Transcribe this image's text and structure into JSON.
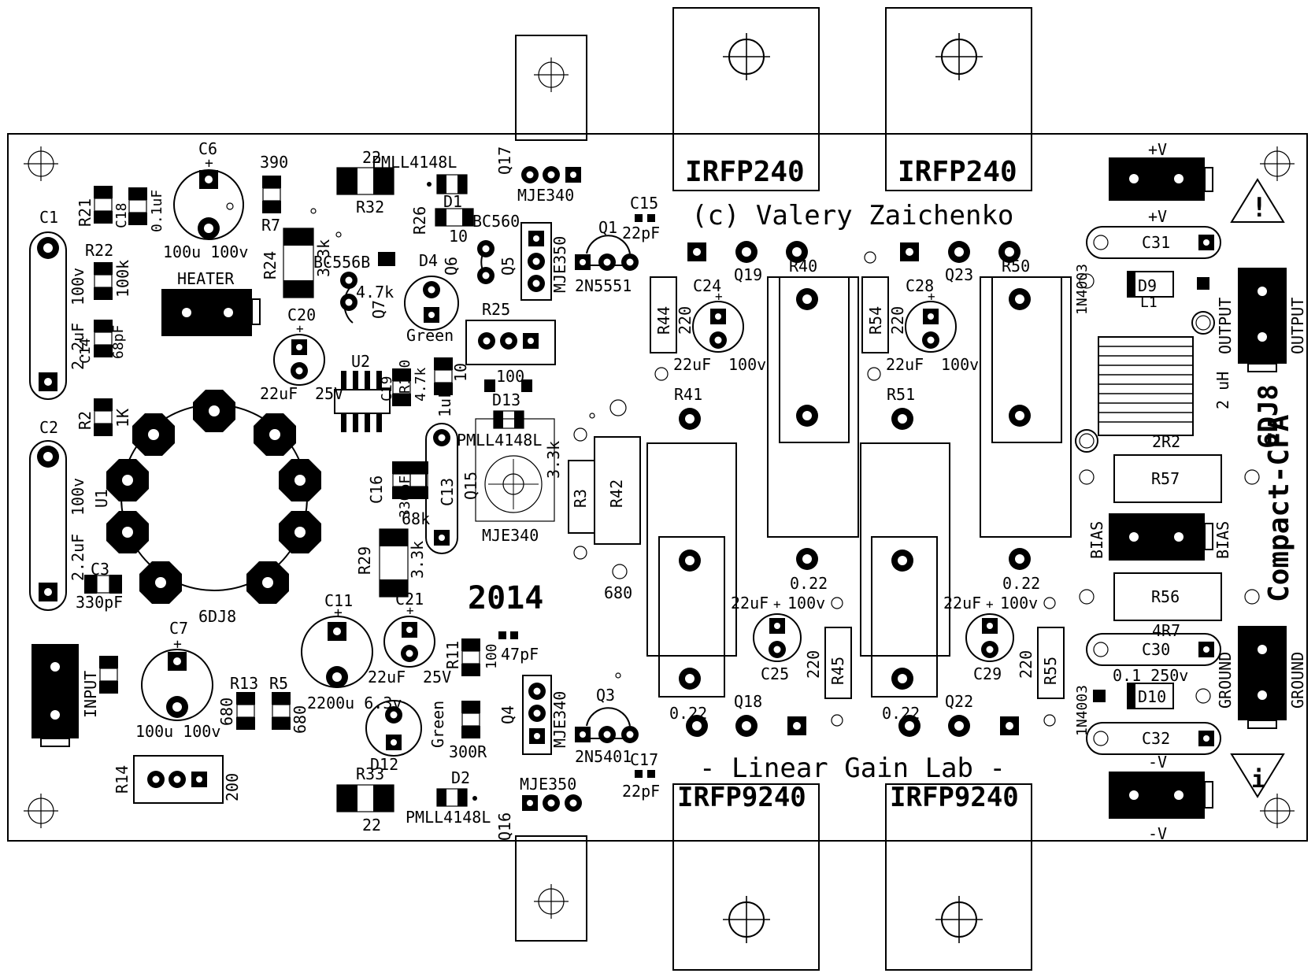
{
  "colors": {
    "ink": "#000000",
    "paper": "#ffffff"
  },
  "header": {
    "copyright": "(c) Valery Zaichenko",
    "footer": "- Linear Gain Lab -",
    "year": "2014",
    "project": "Compact-CFA",
    "tube": "6DJ8"
  },
  "power_devices": {
    "top_left": "IRFP240",
    "top_right": "IRFP240",
    "bottom_left": "IRFP9240",
    "bottom_right": "IRFP9240"
  },
  "connectors": {
    "heater": "HEATER",
    "input": "INPUT",
    "plus_v": "+V",
    "minus_v": "-V",
    "output": "OUTPUT",
    "bias": "BIAS",
    "ground": "GROUND"
  },
  "warning_icons": {
    "top": "!",
    "bottom": "i"
  },
  "labels": {
    "c6": "C6",
    "c6v": "100u  100v",
    "r390": "390",
    "r7": "R7",
    "r21": "R21",
    "c18": "C18",
    "c18v": "0.1uF",
    "n22a": "22",
    "r32": "R32",
    "pmll1": "PMLL4148L",
    "d1": "D1",
    "r26": "R26",
    "n10a": "10",
    "q17": "Q17",
    "mje340a": "MJE340",
    "c15": "C15",
    "c15v": "22pF",
    "q1": "Q1",
    "n2n5551": "2N5551",
    "bc560": "BC560",
    "q5": "Q5",
    "q6": "Q6",
    "mje350a": "MJE350",
    "d4": "D4",
    "green1": "Green",
    "r24": "R24",
    "n33k1": "3.3k",
    "bc556b": "BC556B",
    "n47k1": "4.7k",
    "q7": "Q7",
    "c1": "C1",
    "c1v1": "100v",
    "c1v2": "2.2uF",
    "r22": "R22",
    "r22v": "100k",
    "c14": "C14",
    "c14v": "68pF",
    "c20": "C20",
    "c20v1": "22uF",
    "c20v2": "25V",
    "u2": "U2",
    "c19": "C19",
    "c19v": "1uF",
    "r150": "R150",
    "n47k2": "4.7k",
    "n10b": "10",
    "r25": "R25",
    "n100a": "100",
    "d13": "D13",
    "pmll2": "PMLL4148L",
    "c2": "C2",
    "c2v1": "100v",
    "c2v2": "2.2uF",
    "u1": "U1",
    "r2": "R2",
    "r2v": "1K",
    "c16": "C16",
    "c16v": "330pF",
    "n68k": "68k",
    "c13": "C13",
    "q15": "Q15",
    "mje340b": "MJE340",
    "n33k2": "3.3k",
    "r3": "R3",
    "r42": "R42",
    "n680a": "680",
    "c3": "C3",
    "c3v": "330pF",
    "dj8label": "6DJ8",
    "r29": "R29",
    "n33k3": "3.3k",
    "c7": "C7",
    "c7v": "100u  100v",
    "r13": "R13",
    "r5": "R5",
    "n680b": "680",
    "n680c": "680",
    "c11": "C11",
    "c11v": "2200u  6.3v",
    "c21": "C21",
    "c21v1": "22uF",
    "c21v2": "25V",
    "r11": "R11",
    "n100b": "100",
    "c47pf": "47pF",
    "d12": "D12",
    "green2": "Green",
    "r300": "300R",
    "q4": "Q4",
    "mje340c": "MJE340",
    "q3": "Q3",
    "n2n5401": "2N5401",
    "c17": "C17",
    "c17v": "22pF",
    "r14": "R14",
    "n200": "200",
    "r33": "R33",
    "n22b": "22",
    "d2": "D2",
    "pmll3": "PMLL4148L",
    "mje350b": "MJE350",
    "q16": "Q16",
    "q19": "Q19",
    "r40": "R40",
    "r44": "R44",
    "n220a": "220",
    "c24": "C24",
    "c24v1": "22uF",
    "c24v2": "100v",
    "r41": "R41",
    "q23": "Q23",
    "r50": "R50",
    "r54": "R54",
    "n220b": "220",
    "c28": "C28",
    "c28v1": "22uF",
    "c28v2": "100v",
    "r51": "R51",
    "n022a": "0.22",
    "n022b": "0.22",
    "n022c": "0.22",
    "n022d": "0.22",
    "c25": "C25",
    "c25v1": "22uF",
    "c25v2": "100v",
    "n220c": "220",
    "r45": "R45",
    "q18": "Q18",
    "c29": "C29",
    "c29v1": "22uF",
    "c29v2": "100v",
    "n220d": "220",
    "r55": "R55",
    "q22": "Q22",
    "c31": "C31",
    "d9": "D9",
    "l1": "L1",
    "n1n4003a": "1N4003",
    "n1n4003b": "1N4003",
    "n2uh": "2 uH",
    "n2r2": "2R2",
    "r57": "R57",
    "r56": "R56",
    "n4r7": "4R7",
    "c30": "C30",
    "c30v": "0.1 250v",
    "d10": "D10",
    "c32": "C32"
  }
}
